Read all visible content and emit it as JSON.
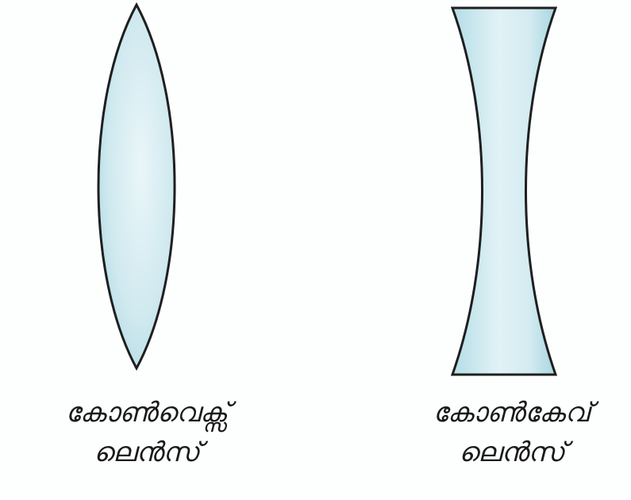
{
  "colors": {
    "lens_fill_light": "#e6f4f8",
    "lens_fill_dark": "#b5dde6",
    "outline": "#1f1f1f",
    "background": "#fdfefe"
  },
  "convex_lens": {
    "label_line1": "കോൺവെക്സ്",
    "label_line2": "ലെൻസ്"
  },
  "concave_lens": {
    "label_line1": "കോൺകേവ്",
    "label_line2": "ലെൻസ്"
  }
}
